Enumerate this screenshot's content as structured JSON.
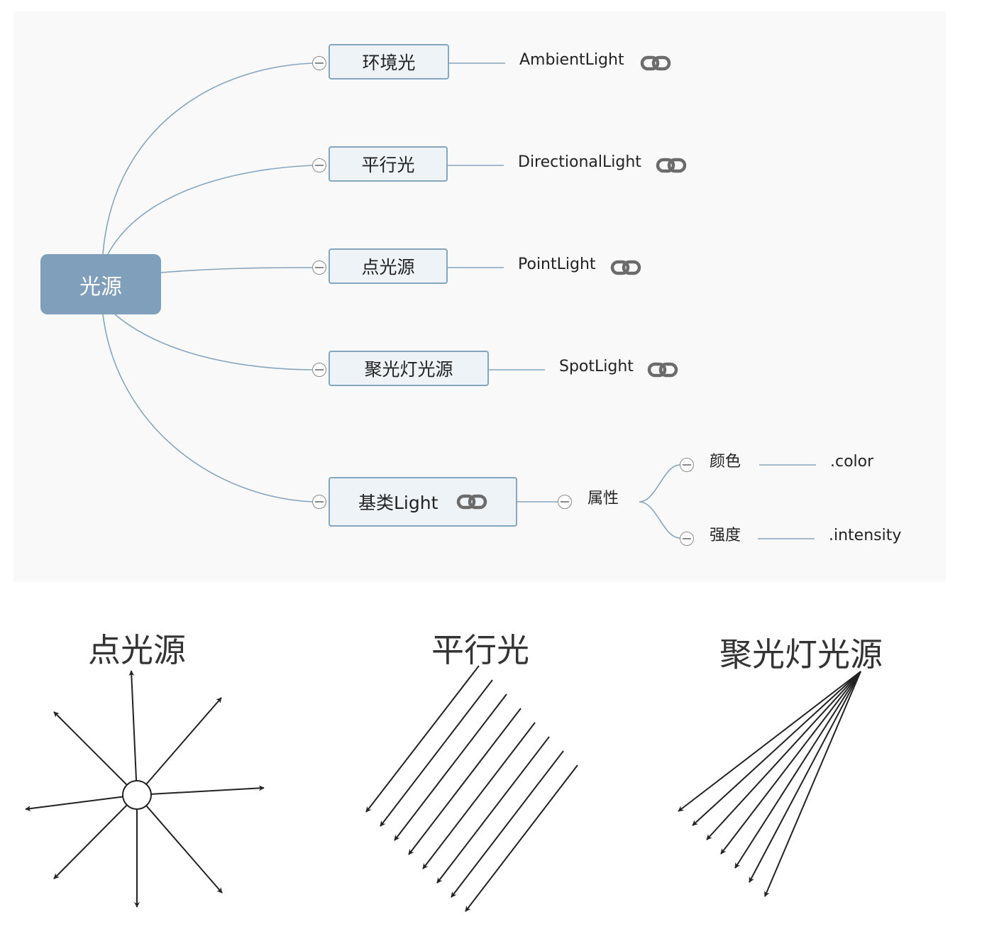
{
  "root": {
    "label": "光源"
  },
  "branches": [
    {
      "label": "环境光",
      "english": "AmbientLight"
    },
    {
      "label": "平行光",
      "english": "DirectionalLight"
    },
    {
      "label": "点光源",
      "english": "PointLight"
    },
    {
      "label": "聚光灯光源",
      "english": "SpotLight"
    },
    {
      "label": "基类Light"
    }
  ],
  "base_light": {
    "property_group": "属性",
    "properties": [
      {
        "label": "颜色",
        "value": ".color"
      },
      {
        "label": "强度",
        "value": ".intensity"
      }
    ]
  },
  "illustrations": [
    {
      "title": "点光源"
    },
    {
      "title": "平行光"
    },
    {
      "title": "聚光灯光源"
    }
  ],
  "colors": {
    "root_fill": "#7f9fba",
    "branch_fill": "#eef3f7",
    "branch_border": "#86a5bf",
    "connector": "#86a5bf",
    "panel": "#f9f9f9"
  }
}
